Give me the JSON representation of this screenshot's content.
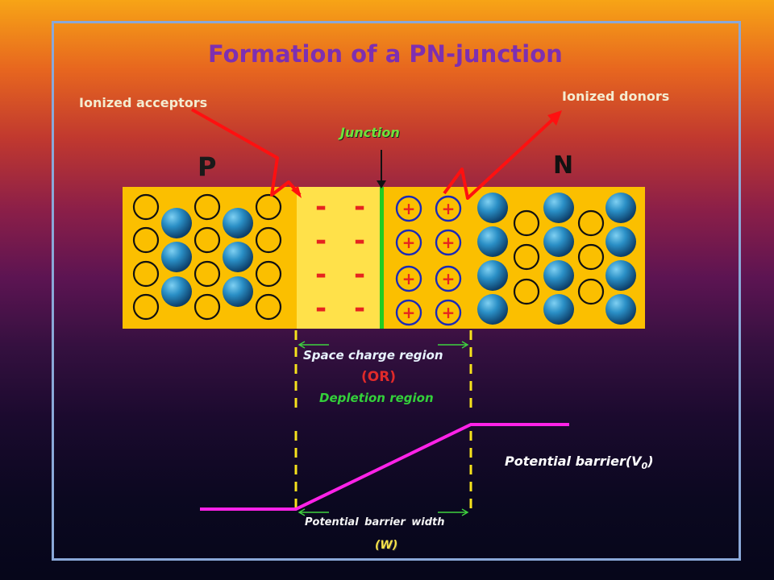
{
  "title": "Formation of a PN-junction",
  "labels": {
    "ionized_acceptors": "Ionized acceptors",
    "ionized_donors": "Ionized donors",
    "junction": "Junction",
    "p": "P",
    "n": "N",
    "space_charge_region": "Space charge region",
    "or": "(OR)",
    "depletion_region": "Depletion region",
    "potential_barrier": "Potential barrier(V",
    "potential_barrier_sub": "0",
    "potential_barrier_close": ")",
    "potential_barrier_width": "Potential barrier width",
    "w": "(W)"
  },
  "symbols": {
    "acceptor": "-",
    "donor": "+"
  },
  "colors": {
    "title": "#7e2fb0",
    "block": "#fbbf00",
    "depletion_p": "#ffe14a",
    "junction_line": "#22cc22",
    "arrow": "#ff1010",
    "potential": "#ff22e8",
    "dashed": "#f6e21c",
    "dimension": "#3fd23f",
    "atom": "#2c8fc8",
    "donor_ring": "#1a2ab8"
  }
}
